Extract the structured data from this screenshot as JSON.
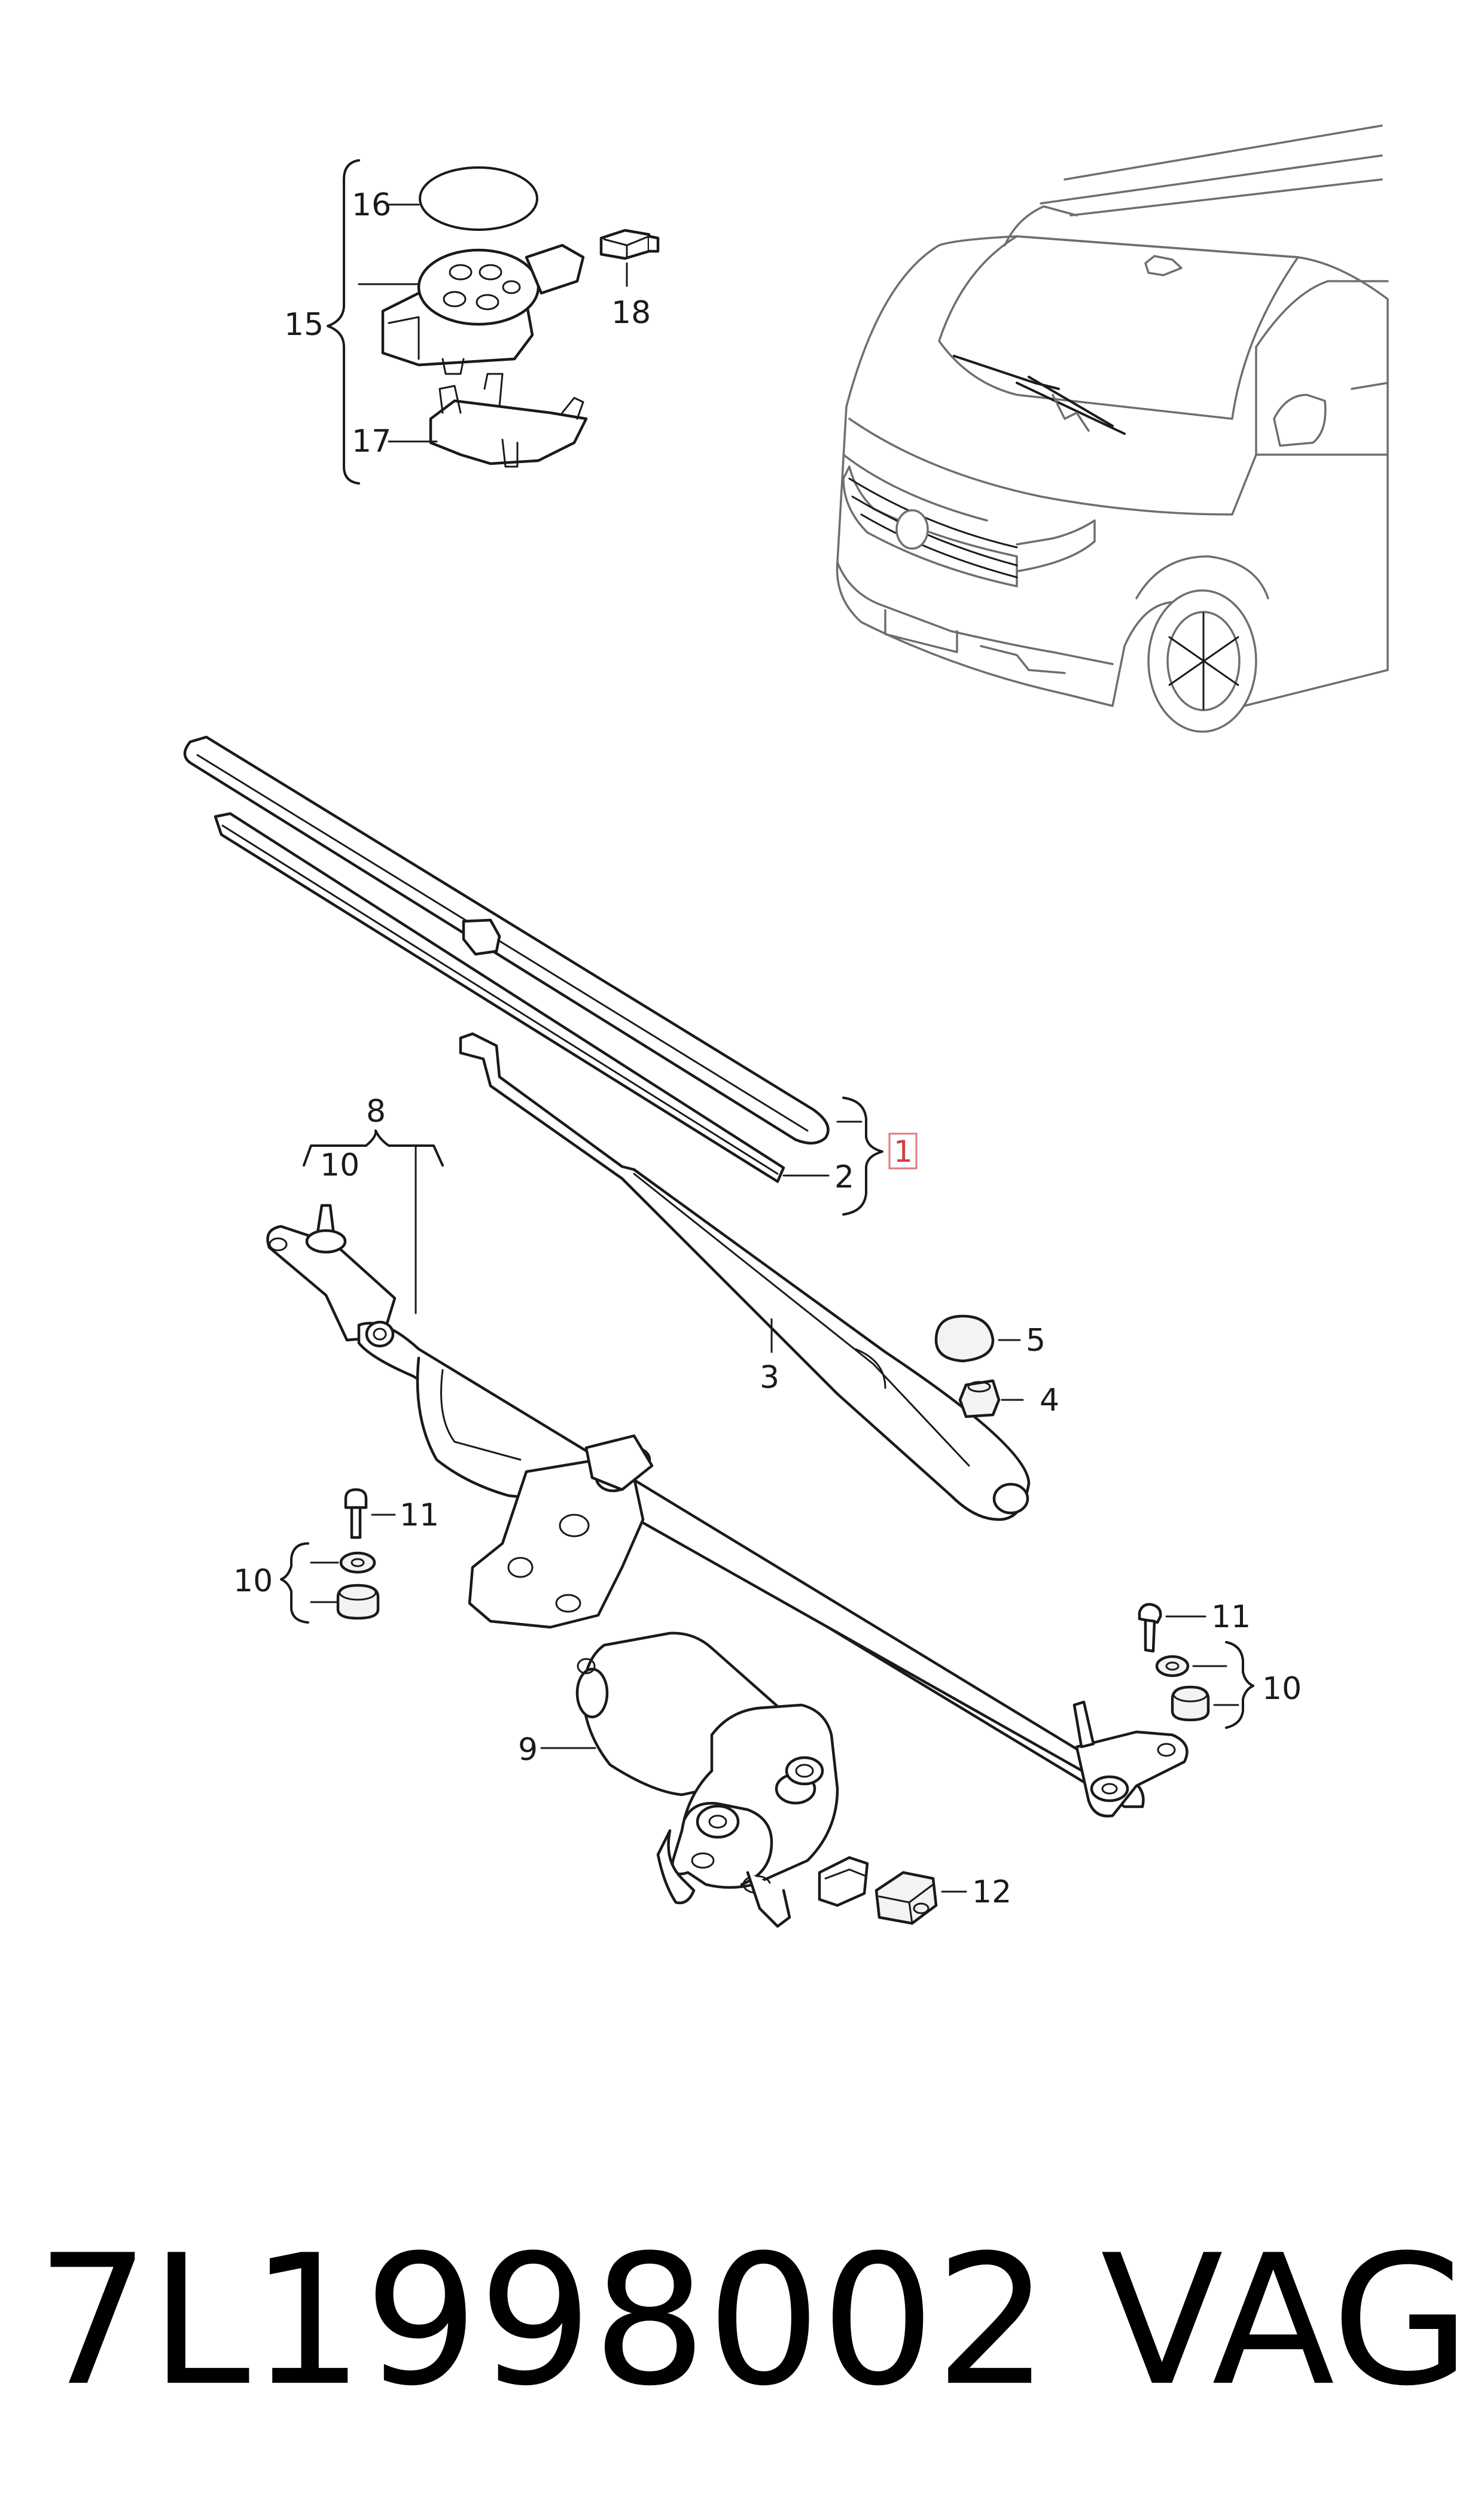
{
  "part_number": "7L1998002",
  "brand": "VAG",
  "callouts": {
    "c1": "1",
    "c2": "2",
    "c3": "3",
    "c4": "4",
    "c5": "5",
    "c8": "8",
    "c9": "9",
    "c10a": "10",
    "c10b": "10",
    "c10c": "10",
    "c11a": "11",
    "c11b": "11",
    "c12": "12",
    "c15": "15",
    "c16": "16",
    "c17": "17",
    "c18": "18"
  },
  "colors": {
    "line": "#1a1a1a",
    "van": "#6e6e6e",
    "highlight": "#e07a7a"
  }
}
